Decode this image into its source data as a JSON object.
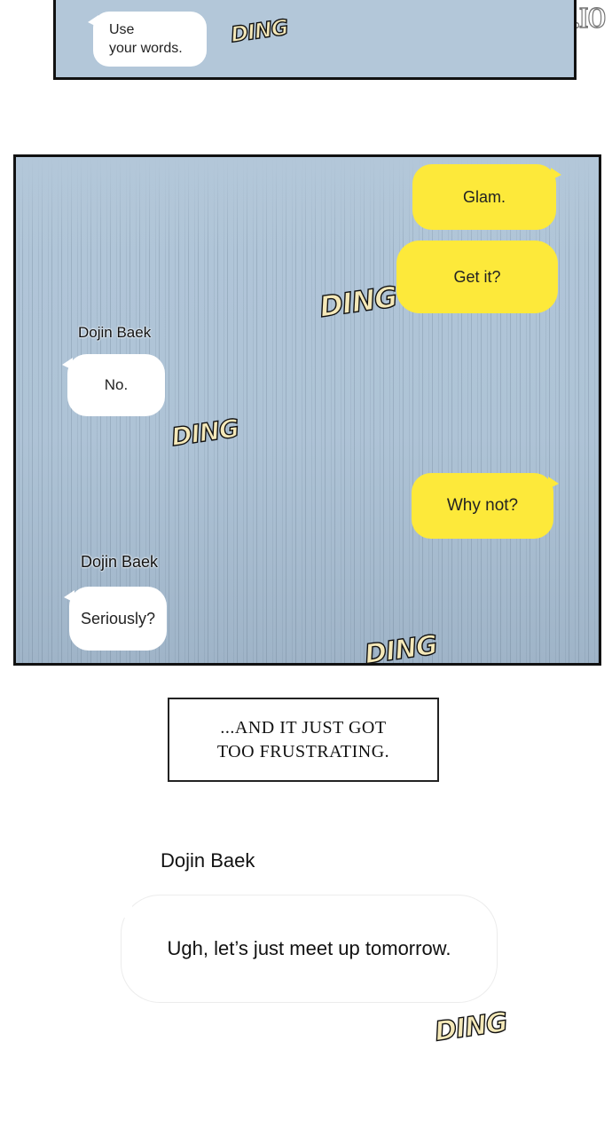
{
  "watermark": "LIKEMANGA.IO",
  "top_panel": {
    "bubble_line1": "Use",
    "bubble_line2": "your words.",
    "sfx": "DING"
  },
  "chat_panel": {
    "messages": [
      {
        "from": "me",
        "text": "Glam."
      },
      {
        "from": "me",
        "text": "Get it?"
      },
      {
        "sender": "Dojin Baek",
        "text": "No."
      },
      {
        "from": "me",
        "text": "Why not?"
      },
      {
        "sender": "Dojin Baek",
        "text": "Seriously?"
      }
    ],
    "sfx": [
      "DING",
      "DING",
      "DING"
    ]
  },
  "caption": {
    "line1": "...AND IT JUST GOT",
    "line2": "TOO FRUSTRATING."
  },
  "final": {
    "sender": "Dojin Baek",
    "text": "Ugh, let’s just meet up tomorrow.",
    "sfx": "DING"
  },
  "colors": {
    "panel_bg": "#b3c7d9",
    "my_bubble": "#fde93a",
    "their_bubble": "#ffffff"
  }
}
